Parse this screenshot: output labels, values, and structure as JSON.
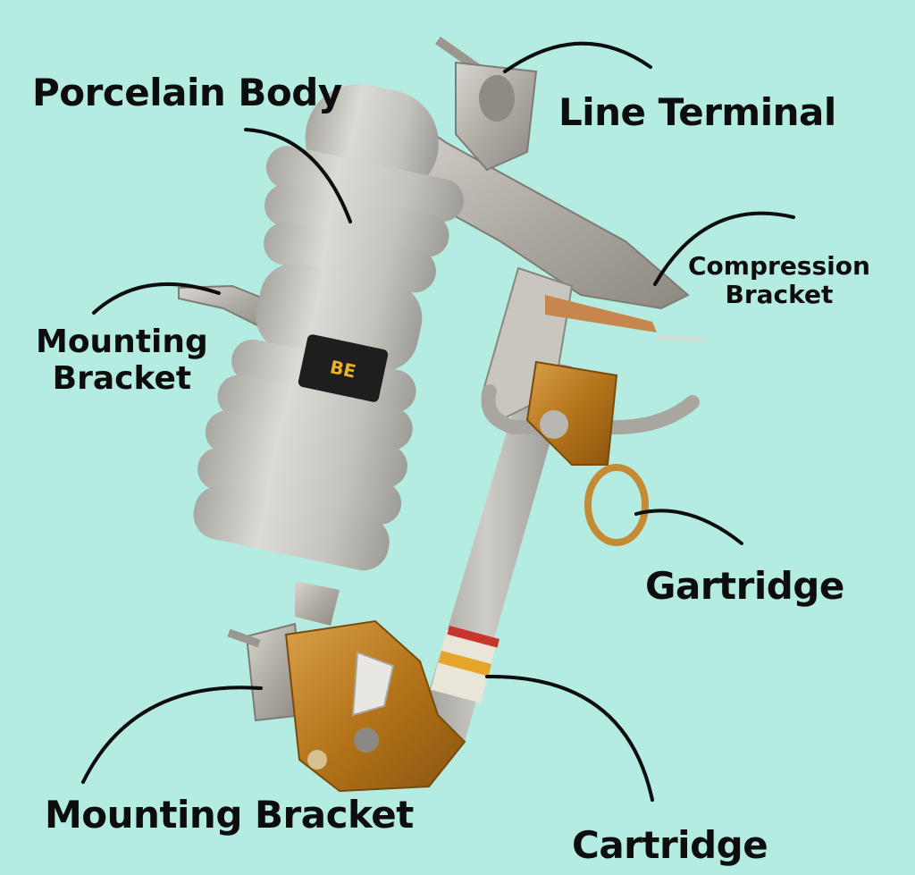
{
  "labels": {
    "porcelain_body": "Porcelain Body",
    "line_terminal": "Line Terminal",
    "compression_bracket": [
      "Compression",
      "Bracket"
    ],
    "mounting_bracket_left": [
      "Mounting",
      "Bracket"
    ],
    "gartridge": "Gartridge",
    "mounting_bracket_bottom": "Mounting Bracket",
    "cartridge": "Cartridge"
  },
  "logo_text": "BE",
  "colors": {
    "background": "#b4ece2",
    "porcelain": "#c9c7c2",
    "metal": "#b8b5ad",
    "bronze": "#b8781e",
    "copper": "#c7864e",
    "line": "#0d0d0d"
  }
}
